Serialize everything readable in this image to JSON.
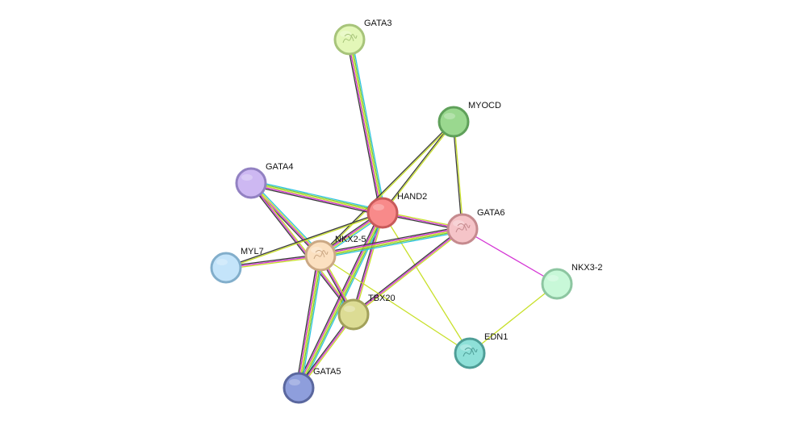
{
  "network": {
    "nodes": [
      {
        "id": "GATA3",
        "label": "GATA3",
        "fill": "#e3f7b8",
        "stroke": "#a7c47a",
        "glyph": true
      },
      {
        "id": "MYOCD",
        "label": "MYOCD",
        "fill": "#9ad88f",
        "stroke": "#5fa05a",
        "glyph": false
      },
      {
        "id": "GATA4",
        "label": "GATA4",
        "fill": "#cdb8f2",
        "stroke": "#9281c2",
        "glyph": false
      },
      {
        "id": "HAND2",
        "label": "HAND2",
        "fill": "#f88a8a",
        "stroke": "#c85a5a",
        "glyph": false
      },
      {
        "id": "GATA6",
        "label": "GATA6",
        "fill": "#f5c4c8",
        "stroke": "#c58a8e",
        "glyph": true
      },
      {
        "id": "NKX2-5",
        "label": "NKX2-5",
        "fill": "#fbe0c0",
        "stroke": "#cba884",
        "glyph": true
      },
      {
        "id": "MYL7",
        "label": "MYL7",
        "fill": "#c4e4fa",
        "stroke": "#82aecb",
        "glyph": false
      },
      {
        "id": "NKX3-2",
        "label": "NKX3-2",
        "fill": "#c8f8d8",
        "stroke": "#8dc6a1",
        "glyph": false
      },
      {
        "id": "TBX20",
        "label": "TBX20",
        "fill": "#dcdc94",
        "stroke": "#a2a15a",
        "glyph": false
      },
      {
        "id": "EDN1",
        "label": "EDN1",
        "fill": "#8ee0d8",
        "stroke": "#4e9e97",
        "glyph": true
      },
      {
        "id": "GATA5",
        "label": "GATA5",
        "fill": "#8e9edc",
        "stroke": "#5a679e",
        "glyph": false
      }
    ],
    "edges": [
      {
        "source": "GATA3",
        "target": "HAND2",
        "colors": [
          "#2ec4e0",
          "#7ec832",
          "#c8e02a",
          "#d434d4",
          "#3c3c3c"
        ]
      },
      {
        "source": "MYOCD",
        "target": "HAND2",
        "colors": [
          "#c8e02a",
          "#3c3c3c"
        ]
      },
      {
        "source": "MYOCD",
        "target": "NKX2-5",
        "colors": [
          "#c8e02a",
          "#3c3c3c"
        ]
      },
      {
        "source": "MYOCD",
        "target": "GATA6",
        "colors": [
          "#c8e02a",
          "#3c3c3c"
        ]
      },
      {
        "source": "GATA4",
        "target": "HAND2",
        "colors": [
          "#2ec4e0",
          "#7ec832",
          "#c8e02a",
          "#d434d4",
          "#3c3c3c"
        ]
      },
      {
        "source": "GATA4",
        "target": "NKX2-5",
        "colors": [
          "#2ec4e0",
          "#c8e02a",
          "#d434d4",
          "#3c3c3c"
        ]
      },
      {
        "source": "GATA4",
        "target": "TBX20",
        "colors": [
          "#c8e02a",
          "#d434d4",
          "#3c3c3c"
        ]
      },
      {
        "source": "HAND2",
        "target": "GATA6",
        "colors": [
          "#c8e02a",
          "#d434d4",
          "#3c3c3c"
        ]
      },
      {
        "source": "HAND2",
        "target": "NKX2-5",
        "colors": [
          "#2ec4e0",
          "#c8e02a",
          "#d434d4",
          "#3c3c3c"
        ]
      },
      {
        "source": "HAND2",
        "target": "MYL7",
        "colors": [
          "#c8e02a",
          "#3c3c3c"
        ]
      },
      {
        "source": "HAND2",
        "target": "TBX20",
        "colors": [
          "#c8e02a",
          "#d434d4",
          "#3c3c3c"
        ]
      },
      {
        "source": "HAND2",
        "target": "GATA5",
        "colors": [
          "#2ec4e0",
          "#7ec832",
          "#c8e02a",
          "#d434d4",
          "#3c3c3c"
        ]
      },
      {
        "source": "HAND2",
        "target": "EDN1",
        "colors": [
          "#c8e02a"
        ]
      },
      {
        "source": "GATA6",
        "target": "NKX2-5",
        "colors": [
          "#2ec4e0",
          "#7ec832",
          "#c8e02a",
          "#d434d4",
          "#3c3c3c"
        ]
      },
      {
        "source": "GATA6",
        "target": "TBX20",
        "colors": [
          "#c8e02a",
          "#d434d4",
          "#3c3c3c"
        ]
      },
      {
        "source": "GATA6",
        "target": "NKX3-2",
        "colors": [
          "#d434d4"
        ]
      },
      {
        "source": "NKX2-5",
        "target": "MYL7",
        "colors": [
          "#c8e02a",
          "#d434d4",
          "#3c3c3c"
        ]
      },
      {
        "source": "NKX2-5",
        "target": "TBX20",
        "colors": [
          "#c8e02a",
          "#d434d4",
          "#3c3c3c"
        ]
      },
      {
        "source": "NKX2-5",
        "target": "GATA5",
        "colors": [
          "#2ec4e0",
          "#7ec832",
          "#c8e02a",
          "#d434d4",
          "#3c3c3c"
        ]
      },
      {
        "source": "NKX2-5",
        "target": "EDN1",
        "colors": [
          "#c8e02a"
        ]
      },
      {
        "source": "TBX20",
        "target": "GATA5",
        "colors": [
          "#c8e02a",
          "#d434d4",
          "#3c3c3c"
        ]
      },
      {
        "source": "NKX3-2",
        "target": "EDN1",
        "colors": [
          "#c8e02a"
        ]
      }
    ]
  }
}
